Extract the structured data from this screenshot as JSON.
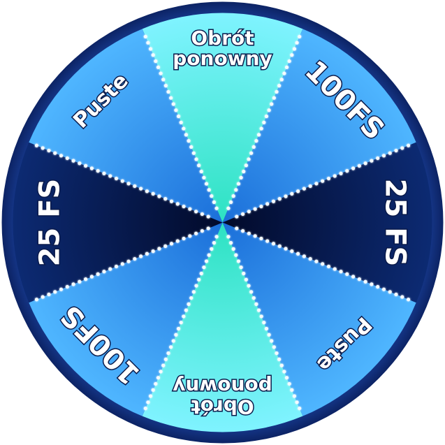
{
  "wheel": {
    "colors": {
      "outer_ring": "#173a8f",
      "outer_ring_edge": "#0c2364",
      "bulb": "#f4fbff",
      "label_outline": "#0a1a4a",
      "label_fill": "#ffffff"
    },
    "segments": [
      {
        "lines": [
          "Obrót",
          "ponowny"
        ],
        "style": "cyan",
        "color_center": "#2de2c2",
        "color_edge": "#7ff3ff"
      },
      {
        "lines": [
          "100FS"
        ],
        "style": "blue",
        "color_center": "#1b6fd9",
        "color_edge": "#4fb6ff"
      },
      {
        "lines": [
          "25 FS"
        ],
        "style": "dark",
        "color_center": "#020a2a",
        "color_edge": "#0c2a72"
      },
      {
        "lines": [
          "Puste"
        ],
        "style": "blue",
        "color_center": "#1b6fd9",
        "color_edge": "#4fb6ff"
      },
      {
        "lines": [
          "Obrót",
          "ponowny"
        ],
        "style": "cyan",
        "color_center": "#2de2c2",
        "color_edge": "#7ff3ff"
      },
      {
        "lines": [
          "100FS"
        ],
        "style": "blue",
        "color_center": "#1b6fd9",
        "color_edge": "#4fb6ff"
      },
      {
        "lines": [
          "25 FS"
        ],
        "style": "dark",
        "color_center": "#020a2a",
        "color_edge": "#0c2a72"
      },
      {
        "lines": [
          "Puste"
        ],
        "style": "blue",
        "color_center": "#1b6fd9",
        "color_edge": "#4fb6ff"
      }
    ]
  }
}
